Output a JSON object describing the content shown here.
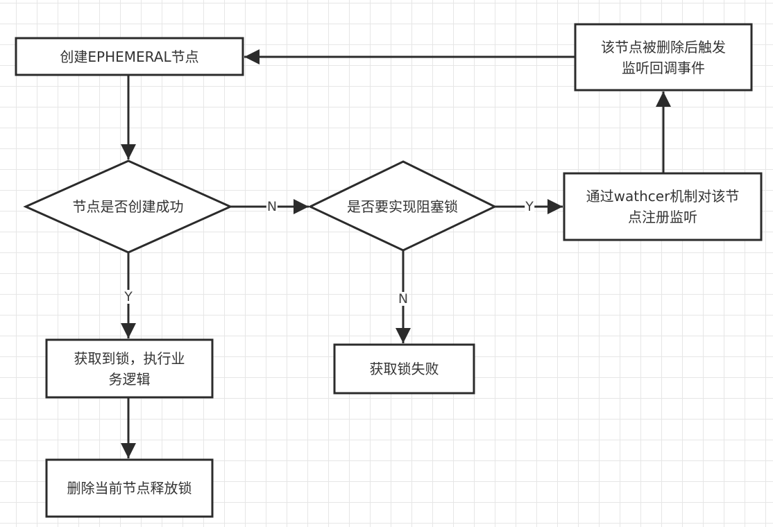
{
  "diagram": {
    "type": "flowchart",
    "colors": {
      "stroke": "#2b2b2b",
      "text": "#333333",
      "grid": "#e6e6e6",
      "background": "#ffffff"
    },
    "nodes": {
      "create_node": {
        "shape": "rectangle",
        "label": "创建EPHEMERAL节点"
      },
      "create_success": {
        "shape": "diamond",
        "label": "节点是否创建成功"
      },
      "need_blocking": {
        "shape": "diamond",
        "label": "是否要实现阻塞锁"
      },
      "register_watch": {
        "shape": "rectangle",
        "label": "通过wathcer机制对该节点注册监听"
      },
      "on_deleted": {
        "shape": "rectangle",
        "label": "该节点被删除后触发监听回调事件"
      },
      "got_lock": {
        "shape": "rectangle",
        "label": "获取到锁，执行业务逻辑"
      },
      "lock_failed": {
        "shape": "rectangle",
        "label": "获取锁失败"
      },
      "release_lock": {
        "shape": "rectangle",
        "label": "删除当前节点释放锁"
      }
    },
    "edges": [
      {
        "from": "create_node",
        "to": "create_success",
        "label": ""
      },
      {
        "from": "create_success",
        "to": "need_blocking",
        "label": "N"
      },
      {
        "from": "create_success",
        "to": "got_lock",
        "label": "Y"
      },
      {
        "from": "need_blocking",
        "to": "register_watch",
        "label": "Y"
      },
      {
        "from": "need_blocking",
        "to": "lock_failed",
        "label": "N"
      },
      {
        "from": "register_watch",
        "to": "on_deleted",
        "label": ""
      },
      {
        "from": "on_deleted",
        "to": "create_node",
        "label": ""
      },
      {
        "from": "got_lock",
        "to": "release_lock",
        "label": ""
      }
    ]
  }
}
